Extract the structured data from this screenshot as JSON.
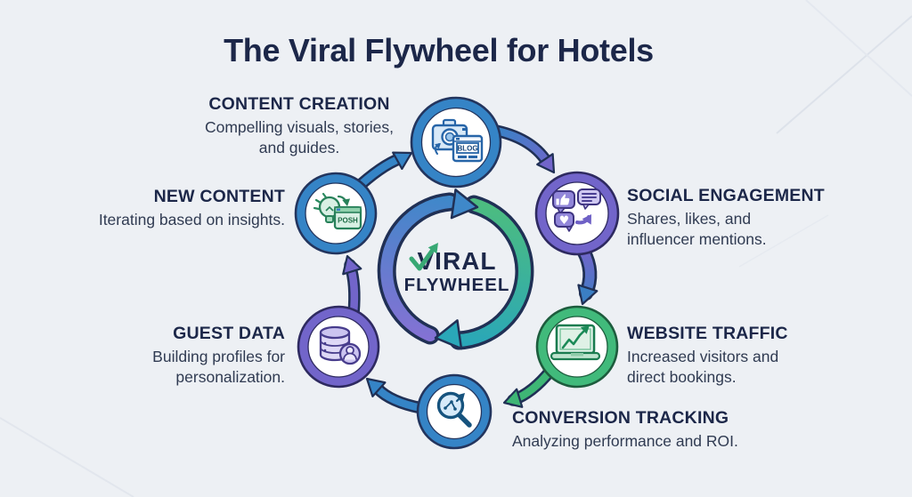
{
  "title": "The Viral Flywheel for Hotels",
  "center": {
    "line1": "VIRAL",
    "line2": "FLYWHEEL"
  },
  "nodes": [
    {
      "id": "content-creation",
      "title": "CONTENT CREATION",
      "desc_lines": [
        "Compelling visuals, stories,",
        "and guides."
      ],
      "icon": "camera-blog-icon",
      "ring_color": "#3584c6"
    },
    {
      "id": "social-engagement",
      "title": "SOCIAL ENGAGEMENT",
      "desc_lines": [
        "Shares, likes, and",
        "influencer mentions."
      ],
      "icon": "social-reactions-icon",
      "ring_color": "#7265ca"
    },
    {
      "id": "website-traffic",
      "title": "WEBSITE TRAFFIC",
      "desc_lines": [
        "Increased visitors and",
        "direct bookings."
      ],
      "icon": "laptop-growth-icon",
      "ring_color": "#41ba7b"
    },
    {
      "id": "conversion-tracking",
      "title": "CONVERSION TRACKING",
      "desc_lines": [
        "Analyzing performance and ROI."
      ],
      "icon": "magnifier-analytics-icon",
      "ring_color": "#3584c6"
    },
    {
      "id": "guest-data",
      "title": "GUEST DATA",
      "desc_lines": [
        "Building profiles for",
        "personalization."
      ],
      "icon": "database-person-icon",
      "ring_color": "#7265ca"
    },
    {
      "id": "new-content",
      "title": "NEW CONTENT",
      "desc_lines": [
        "Iterating based on insights."
      ],
      "icon": "lightbulb-iterate-icon",
      "ring_color": "#3584c6"
    }
  ],
  "icon_labels": {
    "blog": "BLOG",
    "push_window": "POSH",
    "heart_glyph": "♥"
  },
  "colors": {
    "background": "#edf0f4",
    "heading": "#1c2749",
    "body_text": "#303b52",
    "blue": "#3584c6",
    "purple": "#7265ca",
    "green": "#41ba7b",
    "teal": "#2aa7b8",
    "outline": "#203055"
  }
}
